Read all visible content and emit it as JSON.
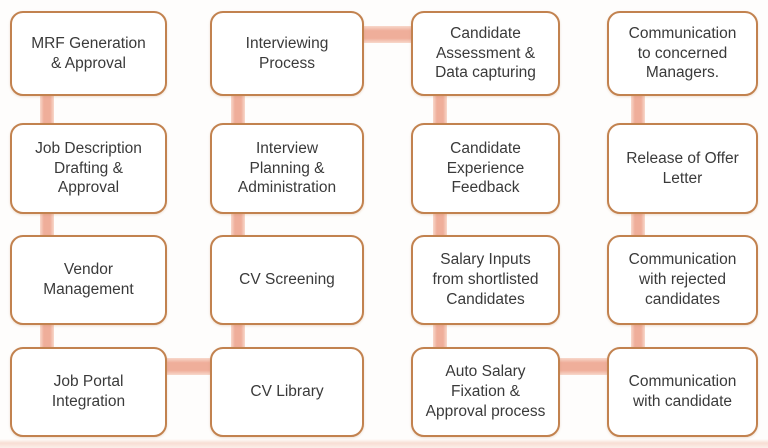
{
  "colors": {
    "background": "#fefdfc",
    "box_fill": "#ffffff",
    "box_border": "#c2824f",
    "connector": "#efae9a",
    "connector_edge": "#f8d8cb",
    "text": "#3a3a3a"
  },
  "diagram": {
    "type": "process-flow-grid",
    "grid": {
      "columns": 4,
      "rows": 4
    },
    "flow_order_note": "serpentine: down col1, right along bottom to col2, up col2, right along top to col3, down col3, right along bottom to col4, up col4",
    "boxes": [
      {
        "id": "mrf",
        "col": 0,
        "row": 0,
        "label": "MRF Generation\n& Approval"
      },
      {
        "id": "jobdesc",
        "col": 0,
        "row": 1,
        "label": "Job Description\nDrafting &\nApproval"
      },
      {
        "id": "vendor",
        "col": 0,
        "row": 2,
        "label": "Vendor\nManagement"
      },
      {
        "id": "jobportal",
        "col": 0,
        "row": 3,
        "label": "Job Portal\nIntegration"
      },
      {
        "id": "interviewing",
        "col": 1,
        "row": 0,
        "label": "Interviewing\nProcess"
      },
      {
        "id": "planning",
        "col": 1,
        "row": 1,
        "label": "Interview\nPlanning &\nAdministration"
      },
      {
        "id": "screening",
        "col": 1,
        "row": 2,
        "label": "CV Screening"
      },
      {
        "id": "cvlibrary",
        "col": 1,
        "row": 3,
        "label": "CV Library"
      },
      {
        "id": "assessment",
        "col": 2,
        "row": 0,
        "label": "Candidate\nAssessment &\nData capturing"
      },
      {
        "id": "feedback",
        "col": 2,
        "row": 1,
        "label": "Candidate\nExperience\nFeedback"
      },
      {
        "id": "salaryinputs",
        "col": 2,
        "row": 2,
        "label": "Salary Inputs\nfrom shortlisted\nCandidates"
      },
      {
        "id": "autosalary",
        "col": 2,
        "row": 3,
        "label": "Auto Salary\nFixation &\nApproval process"
      },
      {
        "id": "commmanagers",
        "col": 3,
        "row": 0,
        "label": "Communication\nto concerned\nManagers."
      },
      {
        "id": "offerletter",
        "col": 3,
        "row": 1,
        "label": "Release of Offer\nLetter"
      },
      {
        "id": "commrejected",
        "col": 3,
        "row": 2,
        "label": "Communication\nwith rejected\ncandidates"
      },
      {
        "id": "commcandidate",
        "col": 3,
        "row": 3,
        "label": "Communication\nwith candidate"
      }
    ],
    "connections": [
      {
        "from": "mrf",
        "to": "jobdesc"
      },
      {
        "from": "jobdesc",
        "to": "vendor"
      },
      {
        "from": "vendor",
        "to": "jobportal"
      },
      {
        "from": "jobportal",
        "to": "cvlibrary"
      },
      {
        "from": "cvlibrary",
        "to": "screening"
      },
      {
        "from": "screening",
        "to": "planning"
      },
      {
        "from": "planning",
        "to": "interviewing"
      },
      {
        "from": "interviewing",
        "to": "assessment"
      },
      {
        "from": "assessment",
        "to": "feedback"
      },
      {
        "from": "feedback",
        "to": "salaryinputs"
      },
      {
        "from": "salaryinputs",
        "to": "autosalary"
      },
      {
        "from": "autosalary",
        "to": "commcandidate"
      },
      {
        "from": "commcandidate",
        "to": "commrejected"
      },
      {
        "from": "commrejected",
        "to": "offerletter"
      },
      {
        "from": "offerletter",
        "to": "commmanagers"
      }
    ]
  }
}
